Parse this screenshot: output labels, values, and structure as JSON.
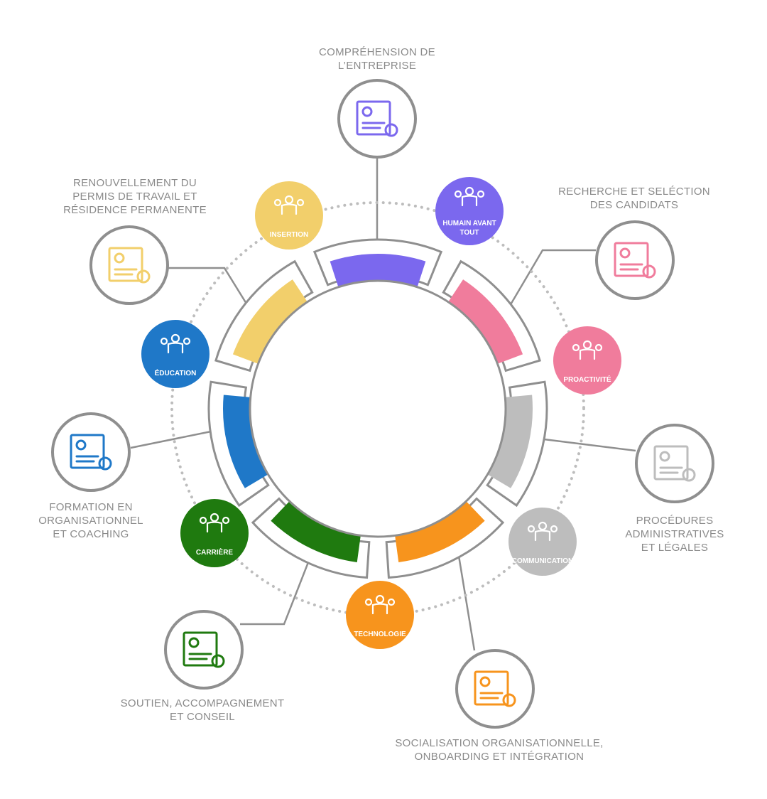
{
  "colors": {
    "purple": "#7b68ee",
    "pink": "#f07c9c",
    "gray": "#bdbdbd",
    "orange": "#f7941d",
    "green": "#1f7a0f",
    "blue": "#1f78c8",
    "yellow": "#f2cf6b",
    "outline": "#8f8f8f"
  },
  "outer_items": [
    {
      "key": "comprehension",
      "lines": [
        "COMPRÉHENSION DE",
        "L’ENTREPRISE"
      ],
      "icon": "presentation-board-icon"
    },
    {
      "key": "recherche",
      "lines": [
        "RECHERCHE ET SELÉCTION",
        "DES CANDIDATS"
      ],
      "icon": "resume-search-icon"
    },
    {
      "key": "procedures",
      "lines": [
        "PROCÉDURES",
        "ADMINISTRATIVES",
        "ET LÉGALES"
      ],
      "icon": "clipboard-gavel-icon"
    },
    {
      "key": "socialisation",
      "lines": [
        "SOCIALISATION ORGANISATIONNELLE,",
        "ONBOARDING ET INTÉGRATION"
      ],
      "icon": "checklist-gear-icon"
    },
    {
      "key": "soutien",
      "lines": [
        "SOUTIEN, ACCOMPAGNEMENT",
        "ET CONSEIL"
      ],
      "icon": "angel-support-icon"
    },
    {
      "key": "formation",
      "lines": [
        "FORMATION EN",
        "ORGANISATIONNEL",
        "ET COACHING"
      ],
      "icon": "teacher-board-icon"
    },
    {
      "key": "renouvellement",
      "lines": [
        "RENOUVELLEMENT DU",
        "PERMIS DE TRAVAIL ET",
        "RÉSIDENCE PERMANENTE"
      ],
      "icon": "document-pen-icon"
    }
  ],
  "values": [
    {
      "key": "insertion",
      "lines": [
        "INSERTION"
      ],
      "icon": "high-five-team-icon"
    },
    {
      "key": "humain",
      "lines": [
        "HUMAIN AVANT",
        "TOUT"
      ],
      "icon": "heart-people-icon"
    },
    {
      "key": "proactivite",
      "lines": [
        "PROACTIVITÉ"
      ],
      "icon": "head-fist-icon"
    },
    {
      "key": "communication",
      "lines": [
        "COMMUNICATION"
      ],
      "icon": "network-people-icon"
    },
    {
      "key": "technologie",
      "lines": [
        "TECHNOLOGIE"
      ],
      "icon": "hand-phone-icon"
    },
    {
      "key": "carriere",
      "lines": [
        "CARRIÈRE"
      ],
      "icon": "stairs-climb-icon"
    },
    {
      "key": "education",
      "lines": [
        "ÉDUCATION"
      ],
      "icon": "graduation-globe-icon"
    }
  ]
}
